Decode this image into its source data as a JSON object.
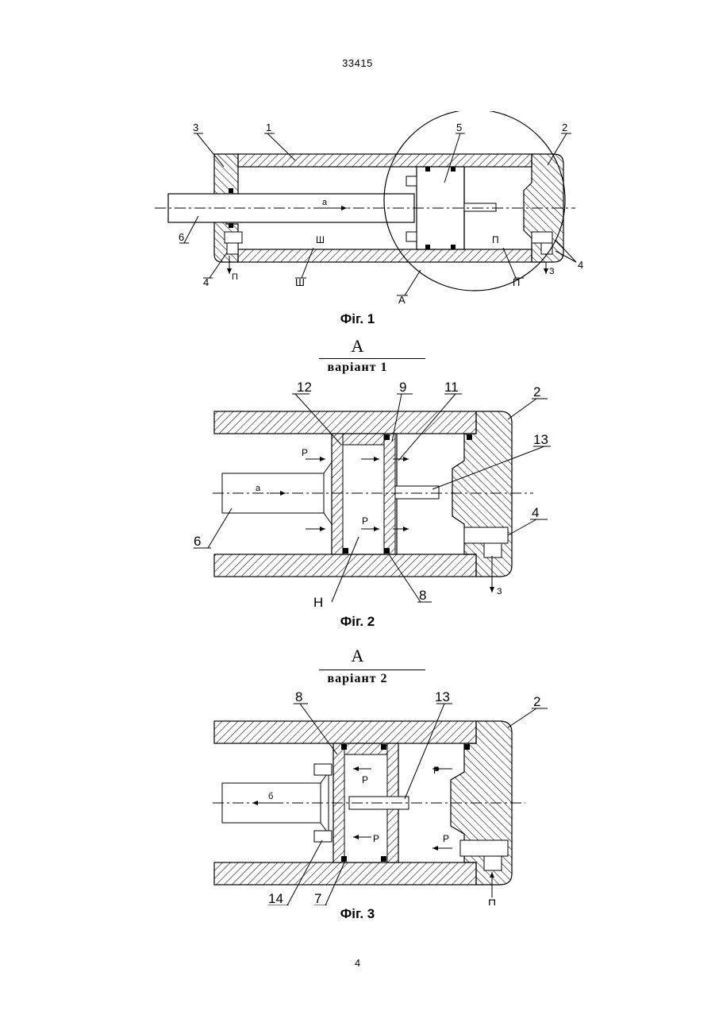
{
  "header": {
    "doc_number": "33415"
  },
  "footer": {
    "page_number": "4"
  },
  "figure1": {
    "caption": "Фіг. 1",
    "labels": {
      "part1": "1",
      "part2": "2",
      "part3": "3",
      "part4_left": "4",
      "part4_right": "4",
      "part5": "5",
      "part6": "6",
      "view_callout": "А",
      "rod_chamber": "Ш",
      "piston_chamber": "П",
      "flow_a": "a",
      "port_in": "П",
      "port_out": "З"
    }
  },
  "figure2": {
    "view_letter": "А",
    "variant": "варіант 1",
    "caption": "Фіг. 2",
    "labels": {
      "part2": "2",
      "part4": "4",
      "part6": "6",
      "part8": "8",
      "part9": "9",
      "part11": "11",
      "part12": "12",
      "part13": "13",
      "cavity": "Н",
      "pressure_top": "P",
      "pressure_mid": "P",
      "flow_a": "a",
      "port_out": "З"
    }
  },
  "figure3": {
    "view_letter": "А",
    "variant": "варіант 2",
    "caption": "Фіг. 3",
    "labels": {
      "part2": "2",
      "part7": "7",
      "part8": "8",
      "part13": "13",
      "part14": "14",
      "pressure_tl": "P",
      "pressure_tr": "P",
      "pressure_bl": "P",
      "pressure_br": "P",
      "flow_b": "б",
      "port_in": "П"
    }
  }
}
